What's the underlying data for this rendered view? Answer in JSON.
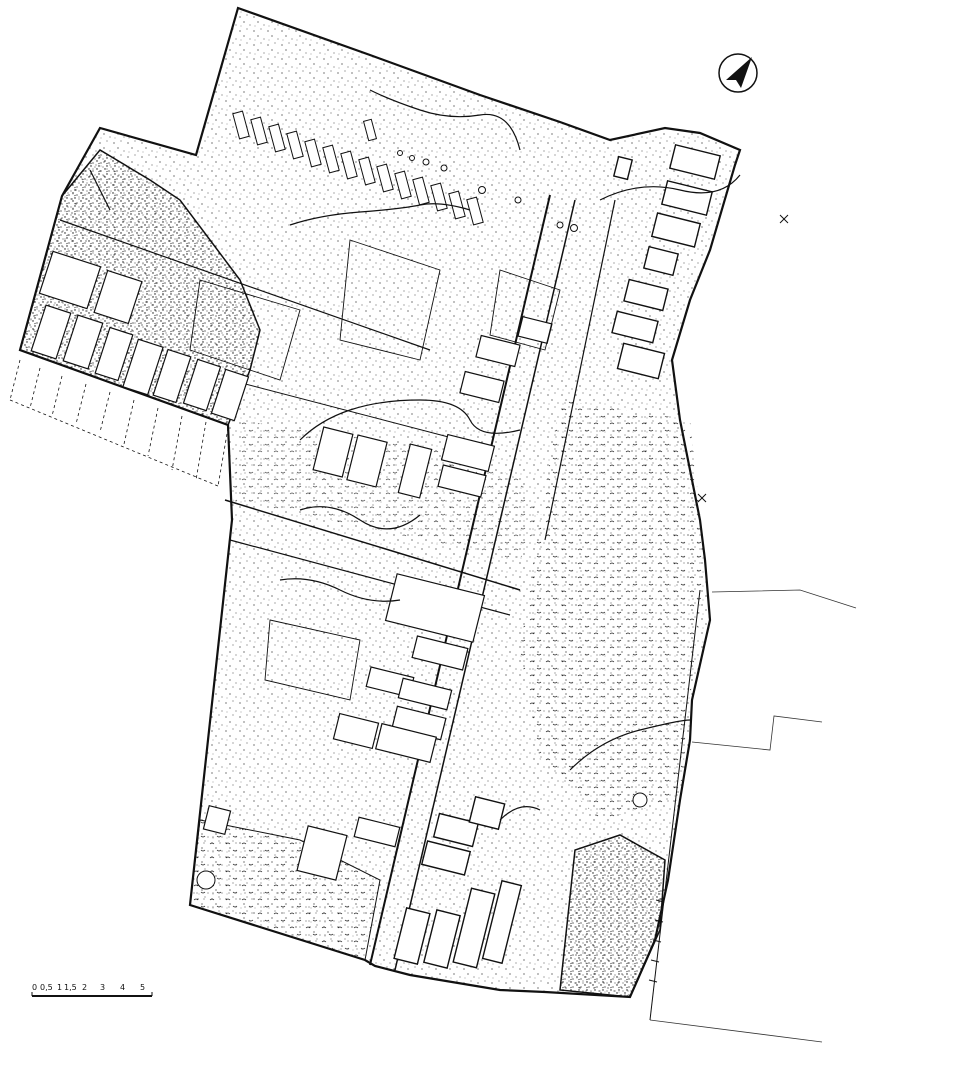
{
  "scale_bar": {
    "labels": [
      "0",
      "0,5",
      "1",
      "1,5",
      "2",
      "3",
      "4",
      "5"
    ]
  },
  "colors": {
    "ink": "#111111",
    "paper": "#ffffff"
  },
  "icons": {
    "north_arrow": "north-arrow-icon",
    "survey_marker": "cross-marker-icon"
  }
}
